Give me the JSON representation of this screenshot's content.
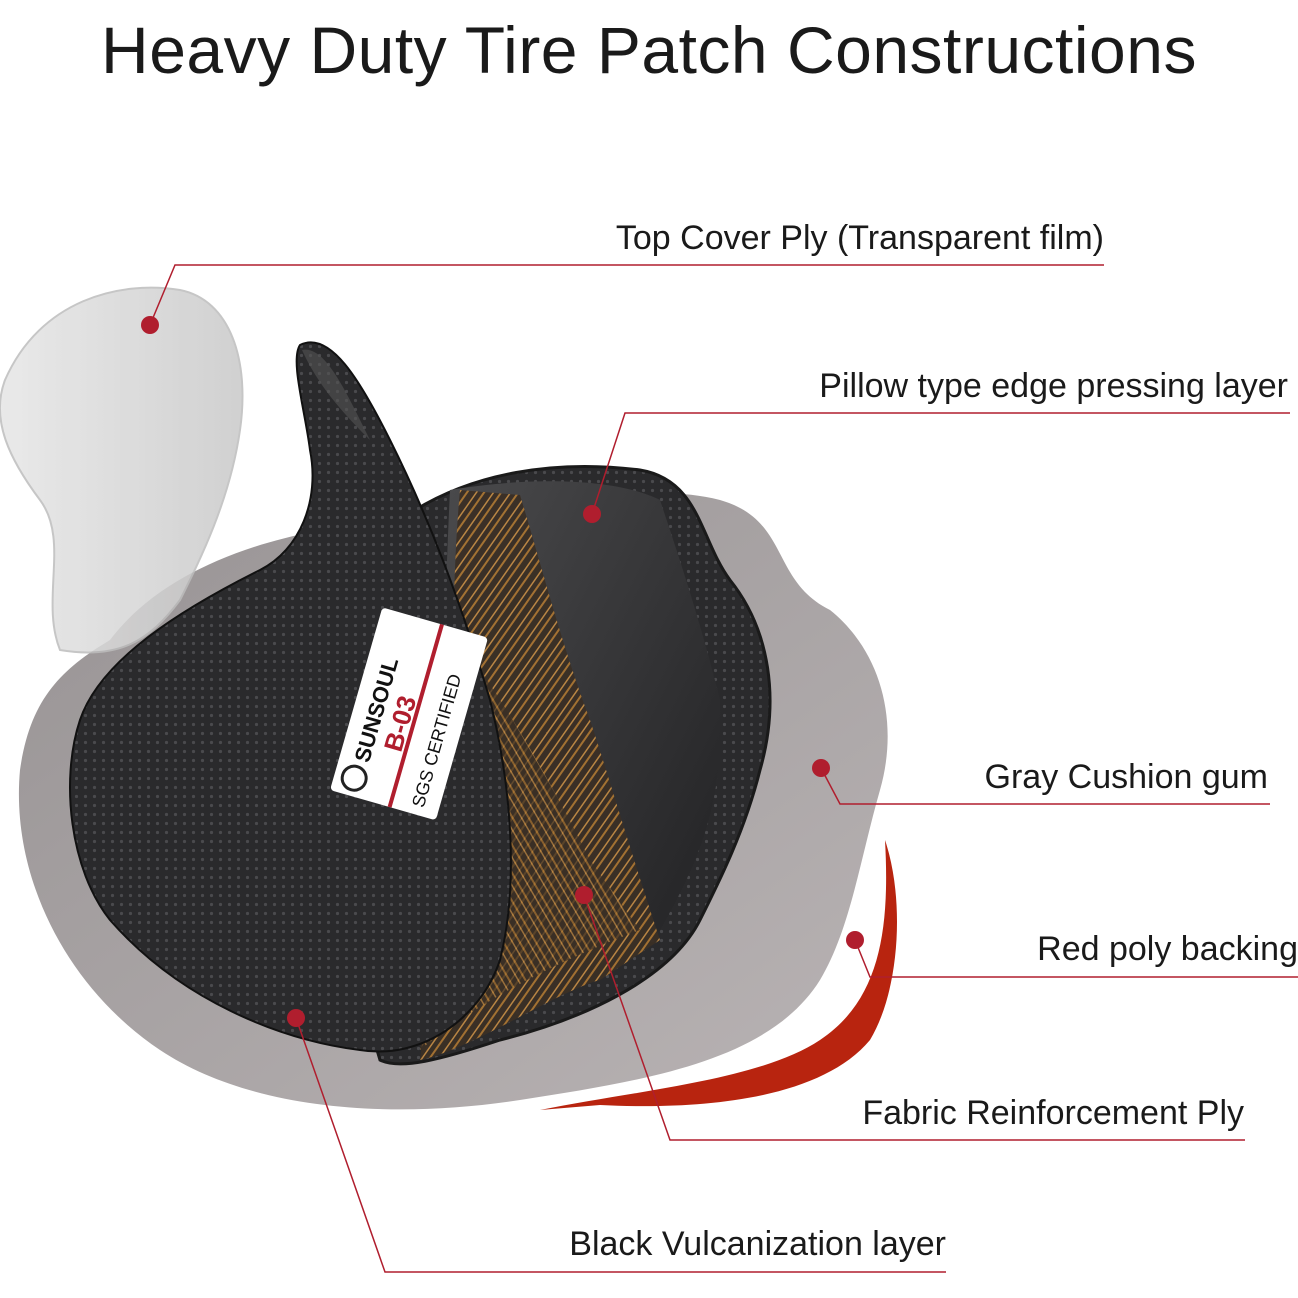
{
  "title": "Heavy Duty Tire Patch Constructions",
  "labels": {
    "top_cover": "Top Cover Ply (Transparent film)",
    "pillow": "Pillow type edge pressing layer",
    "gray_cushion": "Gray Cushion gum",
    "red_poly": "Red poly backing",
    "fabric": "Fabric Reinforcement Ply",
    "black_vulcanization": "Black Vulcanization layer"
  },
  "stamp": {
    "brand": "SUNSOUL",
    "model": "B-03",
    "cert": "SGS CERTIFIED"
  },
  "colors": {
    "callout": "#b01e2e",
    "red_backing": "#b8240f",
    "gray_layer": "#9c9798",
    "black_layer": "#2b2b2d",
    "fabric_cord": "#b07a3a"
  }
}
